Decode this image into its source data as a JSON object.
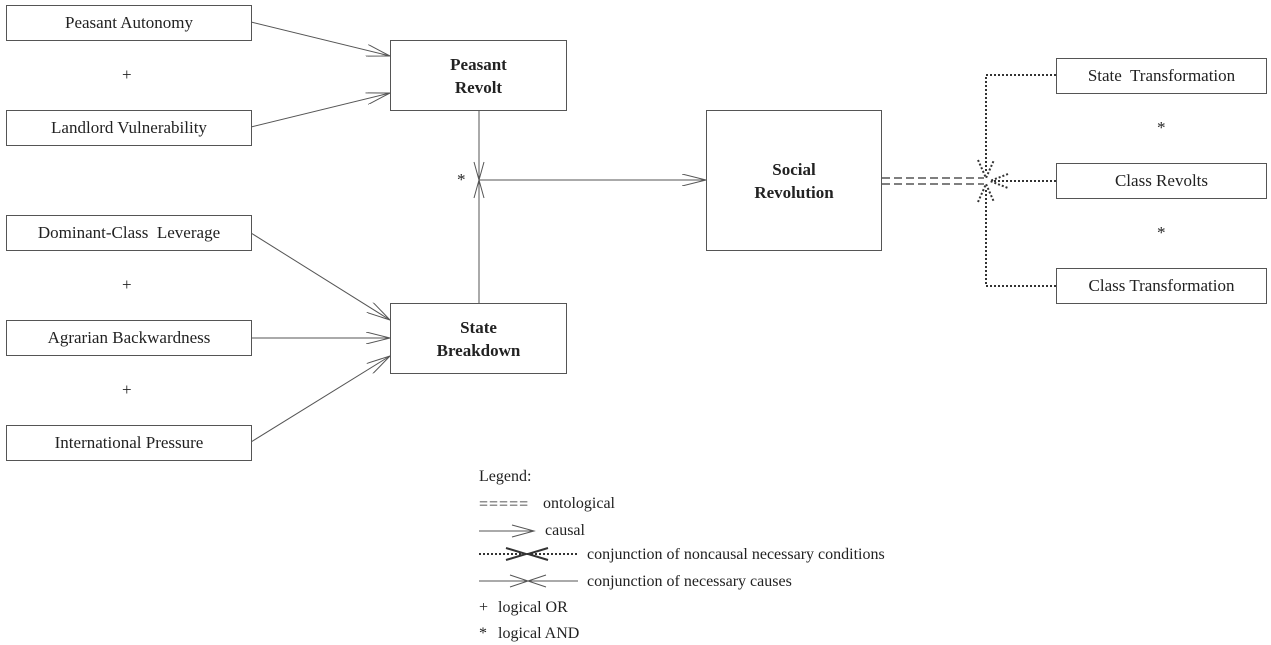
{
  "diagram": {
    "boxes": {
      "peasant_autonomy": "Peasant Autonomy",
      "landlord_vulnerability": "Landlord Vulnerability",
      "dominant_class_leverage": "Dominant-Class  Leverage",
      "agrarian_backwardness": "Agrarian Backwardness",
      "international_pressure": "International Pressure",
      "peasant_revolt_1": "Peasant",
      "peasant_revolt_2": "Revolt",
      "state_breakdown_1": "State",
      "state_breakdown_2": "Breakdown",
      "social_revolution_1": "Social",
      "social_revolution_2": "Revolution",
      "state_transformation": "State  Transformation",
      "class_revolts": "Class Revolts",
      "class_transformation": "Class Transformation"
    },
    "operators": {
      "or": "+",
      "and": "*"
    }
  },
  "legend": {
    "title": "Legend:",
    "ontological_symbol": "=====",
    "ontological": "ontological",
    "causal": "causal",
    "noncausal": "conjunction of noncausal necessary conditions",
    "necessary_causes": "conjunction of necessary causes",
    "or_symbol": "+",
    "or_label": "logical OR",
    "and_symbol": "*",
    "and_label": "logical AND"
  }
}
